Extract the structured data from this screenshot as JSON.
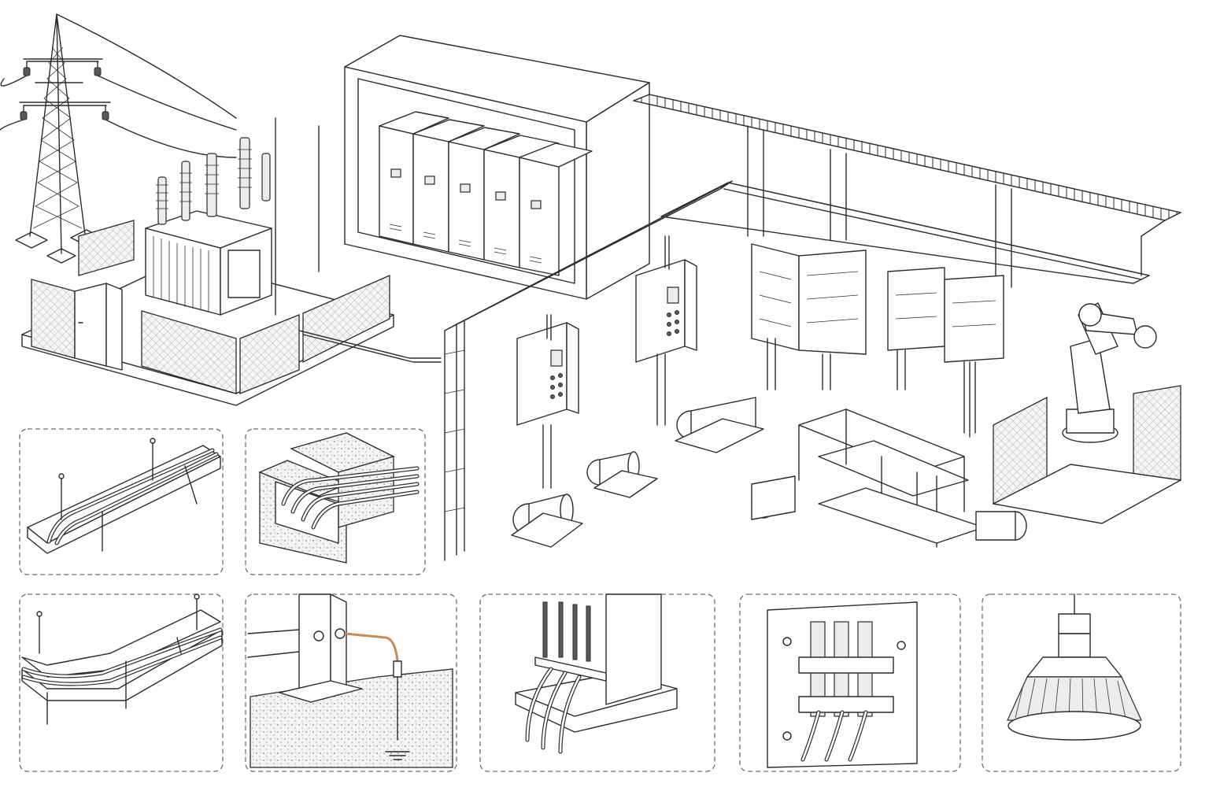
{
  "image": {
    "style": "monochrome isometric line drawing",
    "background": "#ffffff",
    "line_color": "#2b2b2b",
    "accent_color": "#c98a55"
  },
  "scene": {
    "components": [
      "transmission-tower",
      "substation-transformer",
      "switchgear-enclosure",
      "overhead-cable-ladder",
      "control-cabinet-hmi",
      "motor-pump",
      "distribution-panel",
      "conveyor-machine",
      "robot-arm-cell"
    ]
  },
  "detail_panels": [
    {
      "id": "cable-tray",
      "icon": "cable-tray-icon"
    },
    {
      "id": "concrete-trench",
      "icon": "cable-trench-icon"
    },
    {
      "id": "tray-bend",
      "icon": "tray-bend-icon"
    },
    {
      "id": "grounding-rod",
      "icon": "ground-rod-icon"
    },
    {
      "id": "cable-gland-base",
      "icon": "cable-entry-icon"
    },
    {
      "id": "busbar-terminals",
      "icon": "busbar-icon"
    },
    {
      "id": "high-bay-light",
      "icon": "high-bay-lamp-icon"
    }
  ]
}
